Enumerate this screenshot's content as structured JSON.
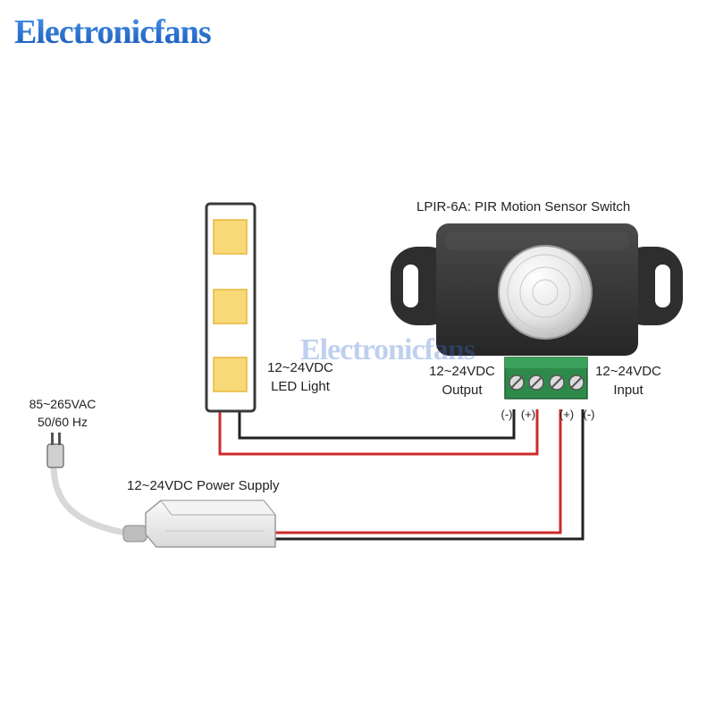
{
  "brand": {
    "logo_text": "Electronicfans",
    "watermark_text": "Electronicfans"
  },
  "labels": {
    "sensor_title": "LPIR-6A: PIR Motion Sensor Switch",
    "output_line1": "12~24VDC",
    "output_line2": "Output",
    "input_line1": "12~24VDC",
    "input_line2": "Input",
    "led_line1": "12~24VDC",
    "led_line2": "LED Light",
    "ac_line1": "85~265VAC",
    "ac_line2": "50/60 Hz",
    "power_supply": "12~24VDC Power Supply",
    "polarity_out_neg": "(-)",
    "polarity_out_pos": "(+)",
    "polarity_in_pos": "(+)",
    "polarity_in_neg": "(-)"
  },
  "colors": {
    "brand_blue": "#1f6fd1",
    "wire_red": "#cc2b2b",
    "wire_black": "#222222",
    "led_yellow": "#f7d978",
    "terminal_green": "#2e8a4a",
    "sensor_body": "#333333",
    "power_supply_body": "#eeeeee"
  }
}
